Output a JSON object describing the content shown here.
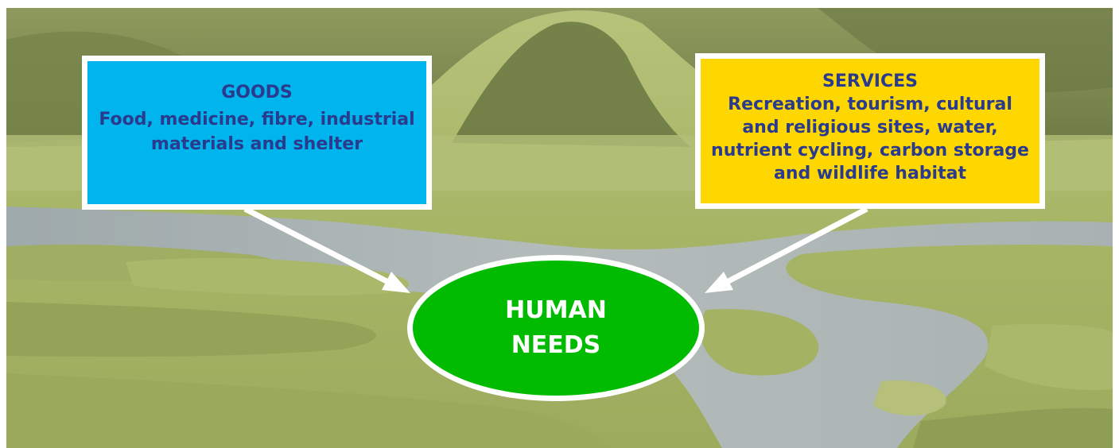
{
  "goods": {
    "heading": "GOODS",
    "body": "Food, medicine, fibre, industrial materials and shelter",
    "color": "#00b4ee"
  },
  "services": {
    "heading": "SERVICES",
    "body": "Recreation, tourism, cultural and religious sites, water, nutrient cycling, carbon storage and wildlife habitat",
    "color": "#ffd700"
  },
  "center": {
    "line1": "HUMAN",
    "line2": "NEEDS",
    "color": "#00bb00"
  },
  "colors": {
    "text_dark": "#2a3a8c",
    "border": "#ffffff",
    "grass": "#a9b86a",
    "river": "#aeb6b4"
  }
}
